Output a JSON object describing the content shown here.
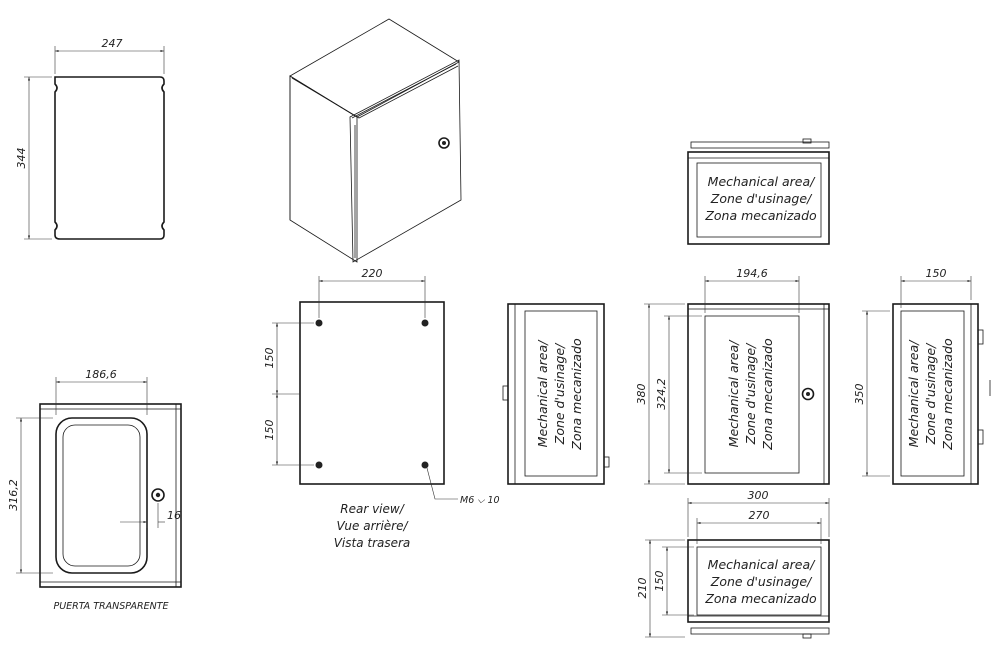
{
  "dimensions": {
    "door_width": "247",
    "door_height": "344",
    "window_width": "186,6",
    "window_height": "316,2",
    "lock_offset": "16",
    "rear_horizontal": "220",
    "rear_vertical_top": "150",
    "rear_vertical_bottom": "150",
    "screw": "M6",
    "screw_depth": "10",
    "front_inner_width": "194,6",
    "front_height": "380",
    "front_inner_height": "324,2",
    "side_width": "150",
    "side_height": "350",
    "bottom_width": "300",
    "bottom_inner_width": "270",
    "bottom_depth": "210",
    "bottom_inner_depth": "150"
  },
  "labels": {
    "transparent_door": "PUERTA TRANSPARENTE",
    "rear_view_line1": "Rear view/",
    "rear_view_line2": "Vue arrière/",
    "rear_view_line3": "Vista trasera",
    "area_line1": "Mechanical area/",
    "area_line2": "Zone d'usinage/",
    "area_line3": "Zona mecanizado"
  }
}
